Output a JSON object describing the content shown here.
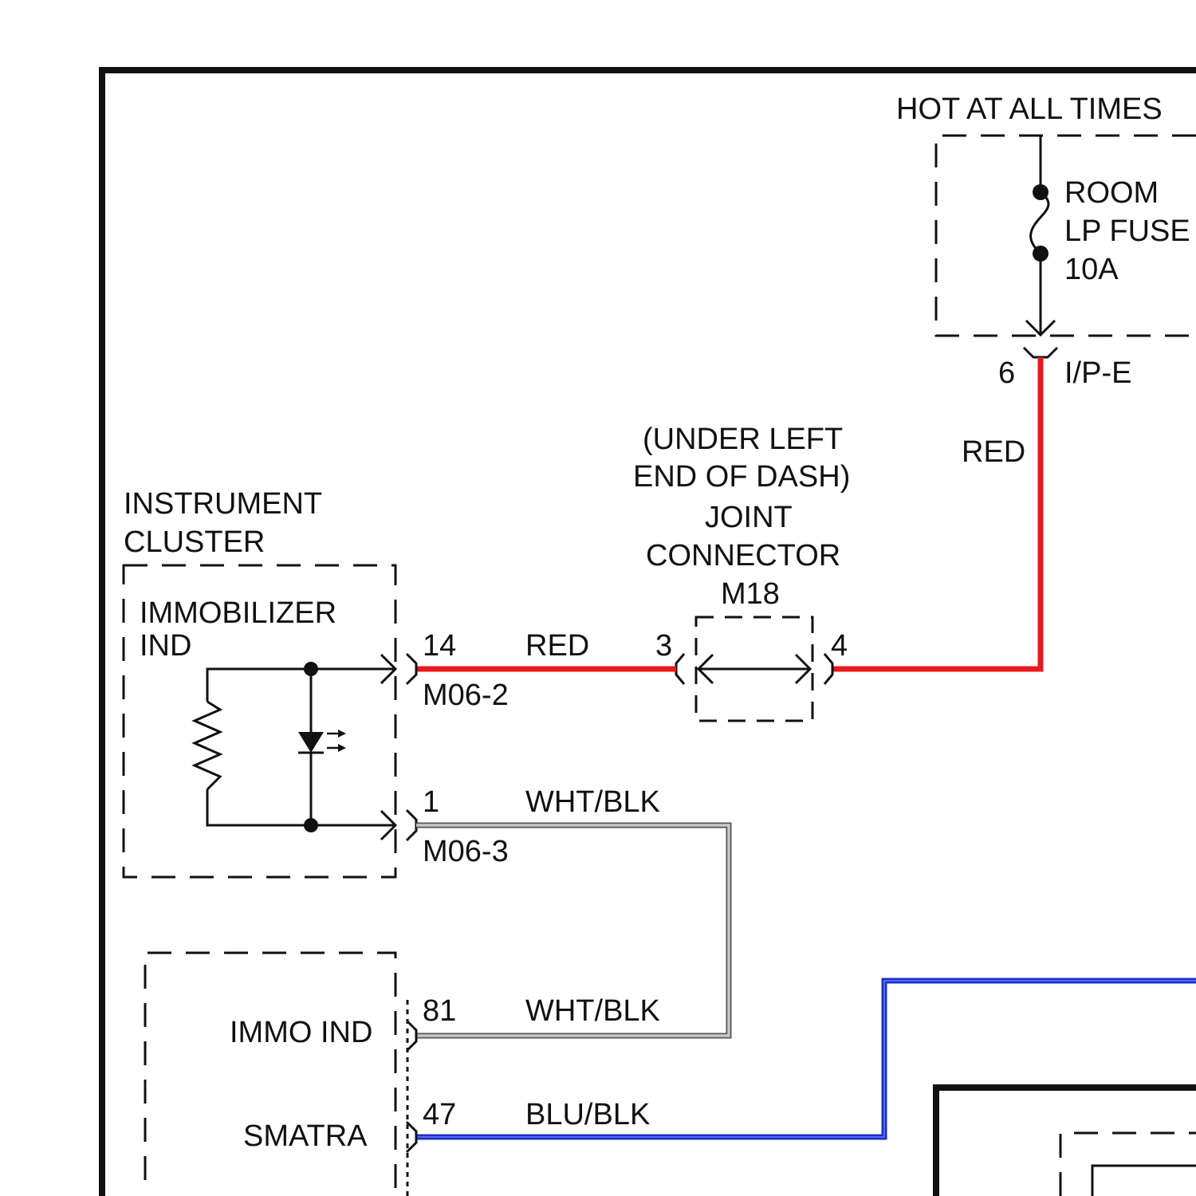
{
  "colors": {
    "red_wire": "#e8191c",
    "white_wire": "#c8c8c8",
    "blue_wire": "#1c2fc6",
    "ink": "#111111"
  },
  "power": {
    "header": "HOT AT ALL TIMES",
    "fuse_line1": "ROOM",
    "fuse_line2": "LP FUSE",
    "fuse_line3": "10A",
    "pin": "6",
    "connector": "I/P-E",
    "wire_color": "RED"
  },
  "joint_connector": {
    "line1": "(UNDER LEFT",
    "line2": "END OF DASH)",
    "line3": "JOINT",
    "line4": "CONNECTOR",
    "line5": "M18",
    "pin_left": "3",
    "pin_right": "4"
  },
  "instrument_cluster": {
    "title_line1": "INSTRUMENT",
    "title_line2": "CLUSTER",
    "indicator_line1": "IMMOBILIZER",
    "indicator_line2": "IND",
    "pin_top": "14",
    "connector_top": "M06-2",
    "wire_top": "RED",
    "pin_bottom": "1",
    "connector_bottom": "M06-3",
    "wire_bottom": "WHT/BLK"
  },
  "module": {
    "immo_label": "IMMO IND",
    "immo_pin": "81",
    "immo_wire": "WHT/BLK",
    "smatra_label": "SMATRA",
    "smatra_pin": "47",
    "smatra_wire": "BLU/BLK"
  },
  "icons": [
    "fuse-icon",
    "resistor-icon",
    "led-icon",
    "light-emission-arrows-icon",
    "ground-arrow-icon"
  ]
}
